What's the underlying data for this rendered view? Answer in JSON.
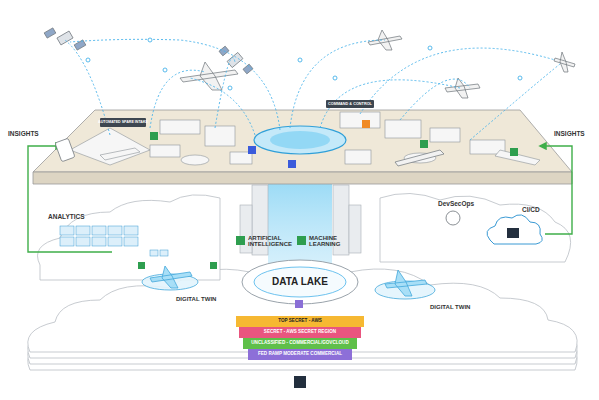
{
  "diagram": {
    "nodes": [
      {
        "text": [
          "AUTOMATED SPARE INTAKE"
        ]
      },
      {
        "text": [
          "COMMAND & CONTROL"
        ]
      },
      {
        "text": [
          "DATA LAKE"
        ]
      },
      {
        "text": [
          "TOP SECRET - AWS"
        ]
      },
      {
        "text": [
          "SECRET - AWS SECRET REGION"
        ]
      },
      {
        "text": [
          "UNCLASSIFIED - COMMERCIAL/GOVCLOUD"
        ]
      },
      {
        "text": [
          "FED RAMP MODERATE COMMERCIAL"
        ]
      }
    ],
    "labels": [
      "INSIGHTS",
      "INSIGHTS",
      "ANALYTICS",
      "ARTIFICIAL INTELLIGENCE",
      "MACHINE LEARNING",
      "DevSecOps",
      "CI/CD",
      "DIGITAL TWIN",
      "DIGITAL TWIN"
    ]
  }
}
